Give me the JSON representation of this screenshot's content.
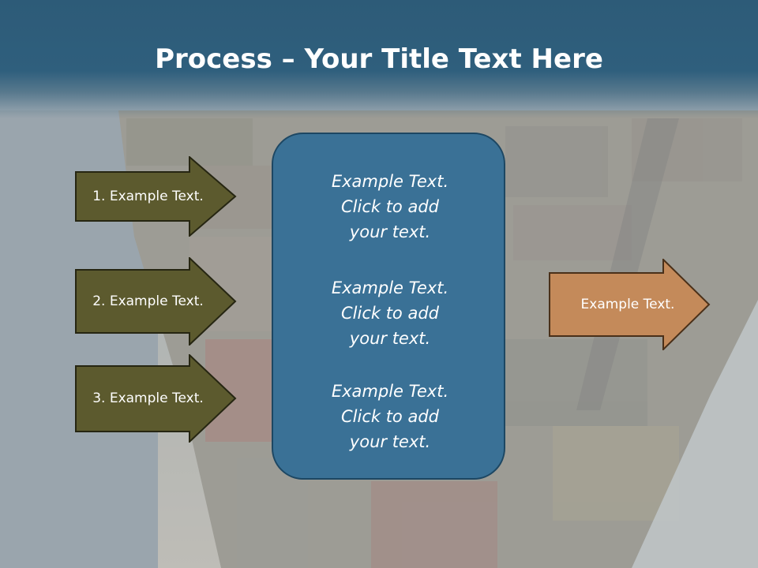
{
  "title": {
    "bold": "Process",
    "rest": " – Your Title Text Here"
  },
  "left_arrows": [
    {
      "label": "1. Example Text."
    },
    {
      "label": "2. Example Text."
    },
    {
      "label": "3. Example Text."
    }
  ],
  "center_box": {
    "blocks": [
      {
        "line1": "Example Text.",
        "line2": "Click  to add",
        "line3": "your text."
      },
      {
        "line1": "Example Text.",
        "line2": "Click  to add",
        "line3": "your text."
      },
      {
        "line1": "Example Text.",
        "line2": "Click  to add",
        "line3": "your text."
      }
    ]
  },
  "right_arrow": {
    "label": "Example Text."
  },
  "colors": {
    "title_band": "#2f5f7d",
    "left_arrow_fill": "#5c5a2e",
    "center_box_fill": "#3a7196",
    "right_arrow_fill": "#c48a5a"
  }
}
